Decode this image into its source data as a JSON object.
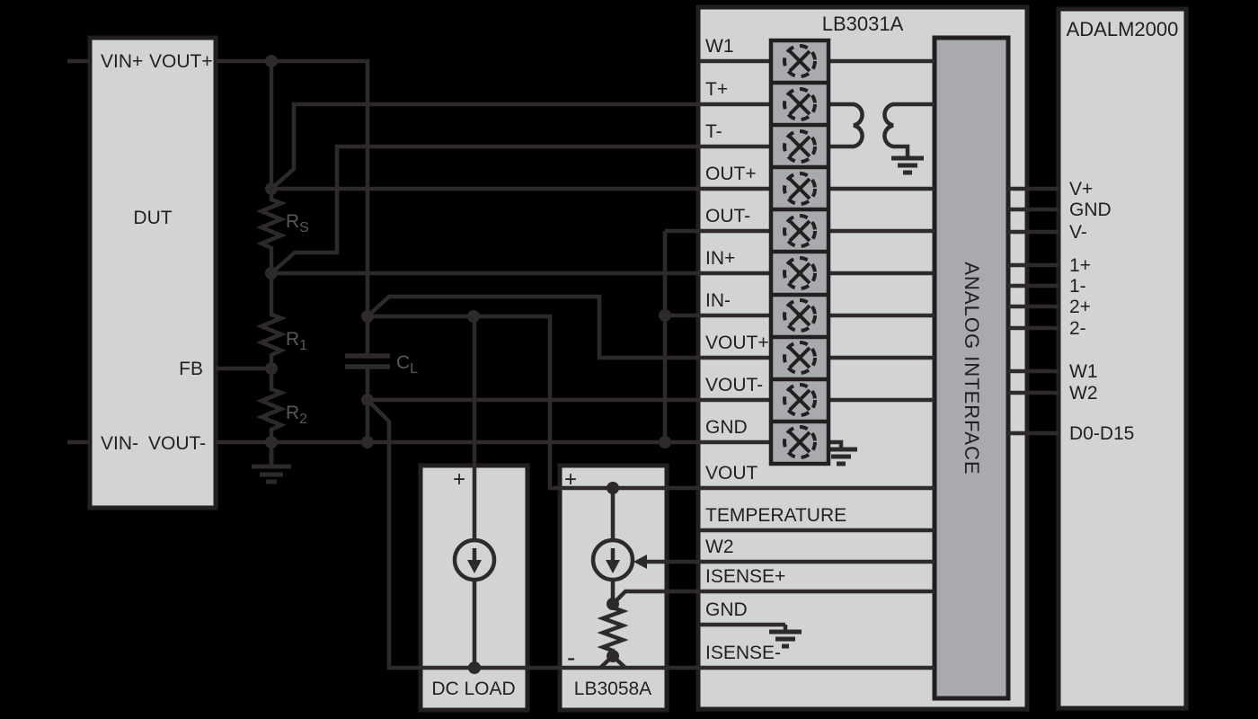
{
  "colors": {
    "background": "#000000",
    "block_fill": "#d1d3d4",
    "panel_fill": "#a8aaad",
    "line_color": "#2e2a2c",
    "label_gray": "#58595b"
  },
  "dut": {
    "label": "DUT",
    "pins": {
      "vin_plus": "VIN+",
      "vout_plus": "VOUT+",
      "fb": "FB",
      "vin_minus": "VIN-",
      "vout_minus": "VOUT-"
    }
  },
  "passives": {
    "rs": {
      "base": "R",
      "sub": "S"
    },
    "r1": {
      "base": "R",
      "sub": "1"
    },
    "r2": {
      "base": "R",
      "sub": "2"
    },
    "cl": {
      "base": "C",
      "sub": "L"
    }
  },
  "dc_load": {
    "label": "DC LOAD",
    "plus": "+"
  },
  "lb3058a": {
    "label": "LB3058A",
    "plus": "+",
    "minus": "-"
  },
  "lb3031a": {
    "title": "LB3031A",
    "interface_label": "ANALOG INTERFACE",
    "terminals": [
      "W1",
      "T+",
      "T-",
      "OUT+",
      "OUT-",
      "IN+",
      "IN-",
      "VOUT+",
      "VOUT-",
      "GND"
    ],
    "signals": [
      "VOUT",
      "TEMPERATURE",
      "W2",
      "ISENSE+",
      "GND",
      "ISENSE-"
    ]
  },
  "adalm2000": {
    "title": "ADALM2000",
    "pins": [
      "V+",
      "GND",
      "V-",
      "1+",
      "1-",
      "2+",
      "2-",
      "W1",
      "W2",
      "D0-D15"
    ]
  }
}
